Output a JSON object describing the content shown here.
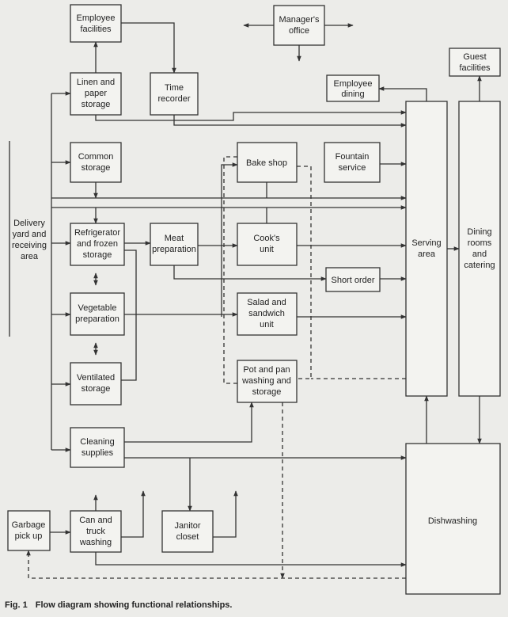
{
  "nodes": {
    "employee_facilities": [
      "Employee",
      "facilities"
    ],
    "managers_office": [
      "Manager's",
      "office"
    ],
    "guest_facilities": [
      "Guest",
      "facilities"
    ],
    "employee_dining": [
      "Employee",
      "dining"
    ],
    "linen_storage": [
      "Linen and",
      "paper",
      "storage"
    ],
    "time_recorder": [
      "Time",
      "recorder"
    ],
    "common_storage": [
      "Common",
      "storage"
    ],
    "bake_shop": [
      "Bake shop"
    ],
    "fountain_service": [
      "Fountain",
      "service"
    ],
    "delivery_area": [
      "Delivery",
      "yard and",
      "receiving",
      "area"
    ],
    "refrigerator": [
      "Refrigerator",
      "and frozen",
      "storage"
    ],
    "meat_prep": [
      "Meat",
      "preparation"
    ],
    "cooks_unit": [
      "Cook's",
      "unit"
    ],
    "serving_area": [
      "Serving",
      "area"
    ],
    "dining_rooms": [
      "Dining",
      "rooms",
      "and",
      "catering"
    ],
    "short_order": [
      "Short order"
    ],
    "vegetable_prep": [
      "Vegetable",
      "preparation"
    ],
    "salad_unit": [
      "Salad and",
      "sandwich",
      "unit"
    ],
    "ventilated_storage": [
      "Ventilated",
      "storage"
    ],
    "pot_pan": [
      "Pot and pan",
      "washing and",
      "storage"
    ],
    "cleaning_supplies": [
      "Cleaning",
      "supplies"
    ],
    "dishwashing": [
      "Dishwashing"
    ],
    "garbage": [
      "Garbage",
      "pick up"
    ],
    "can_truck": [
      "Can and",
      "truck",
      "washing"
    ],
    "janitor": [
      "Janitor",
      "closet"
    ]
  },
  "caption": {
    "fig": "Fig. 1",
    "text": "Flow diagram showing functional relationships."
  }
}
